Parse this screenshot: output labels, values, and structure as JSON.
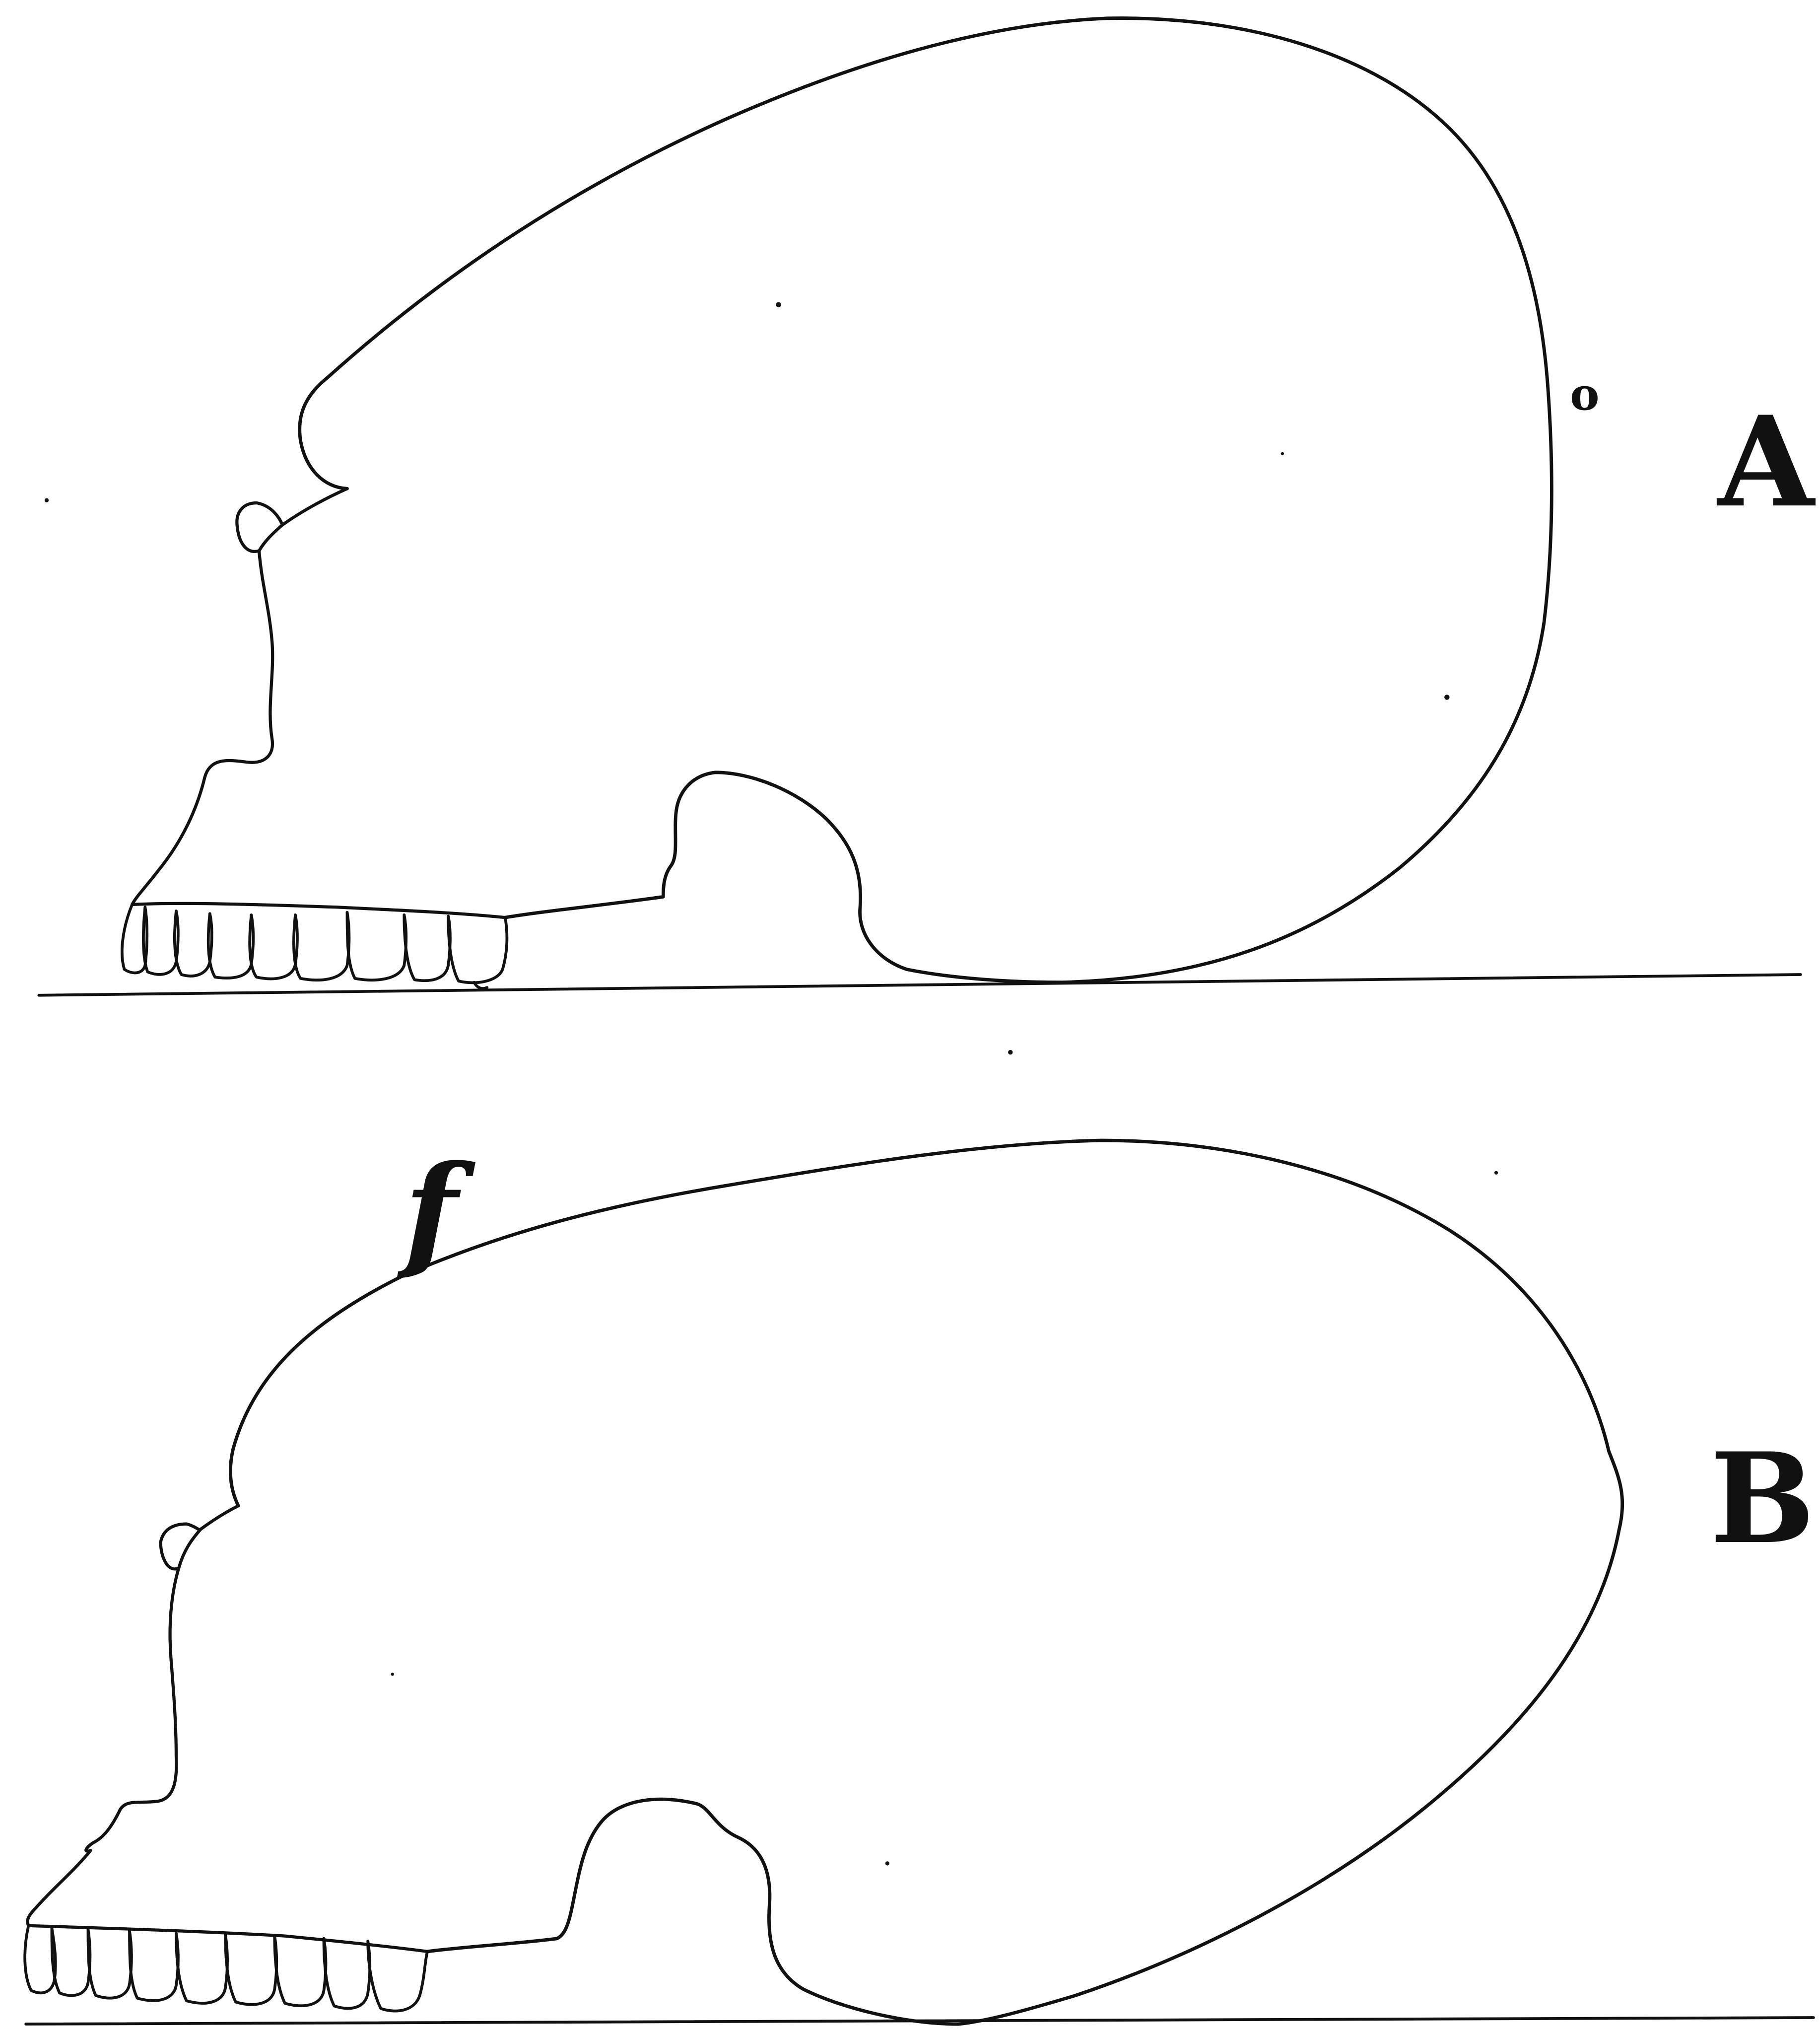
{
  "figure": {
    "skull_a": {
      "label": "A",
      "mark": "o"
    },
    "skull_b": {
      "label": "B",
      "mark": "f"
    }
  },
  "colors": {
    "ink": "#111111",
    "paper": "#ffffff"
  }
}
